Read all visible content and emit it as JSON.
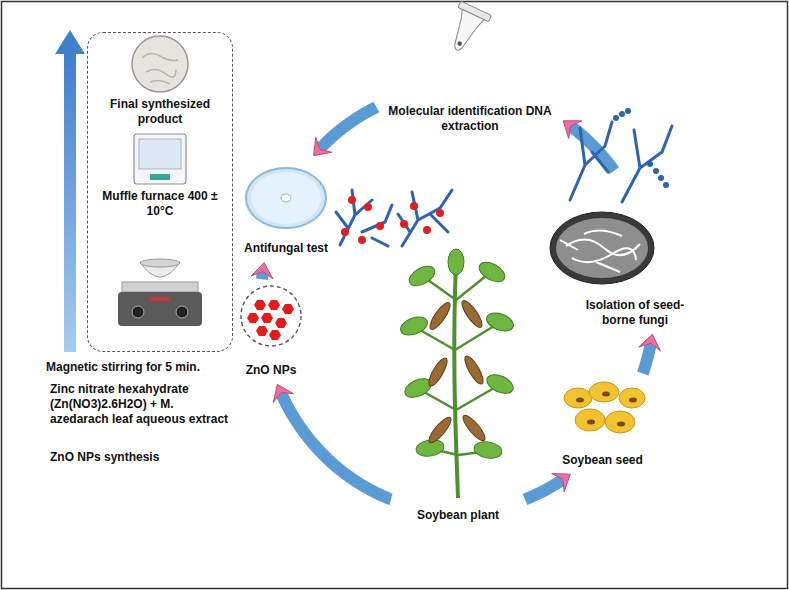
{
  "diagram": {
    "nodes": [
      {
        "text": [
          "Final synthesized product",
          "Muffle furnace 400 ± 10°C"
        ]
      },
      {
        "text": [
          "Molecular identification DNA extraction"
        ]
      },
      {
        "text": [
          "Antifungal test"
        ]
      },
      {
        "text": [
          "Isolation of seed-borne fungi"
        ]
      },
      {
        "text": [
          "ZnO NPs"
        ]
      },
      {
        "text": [
          "Soybean seed"
        ]
      },
      {
        "text": [
          "Soybean plant"
        ]
      }
    ],
    "edges": [
      {
        "from": 6,
        "to": 5,
        "arrow": "to"
      },
      {
        "from": 5,
        "to": 3,
        "arrow": "to"
      },
      {
        "from": 3,
        "to": 1,
        "arrow": "to"
      },
      {
        "from": 1,
        "to": 2,
        "arrow": "to"
      },
      {
        "from": 6,
        "to": 4,
        "arrow": "to"
      },
      {
        "from": 4,
        "to": 2,
        "arrow": "to"
      }
    ],
    "labels": [
      "Magnetic stirring for 5 min.",
      "Zinc nitrate hexahydrate (Zn(NO3)2.6H2O) + M. azedarach leaf aqueous extract",
      "ZnO NPs synthesis"
    ]
  }
}
